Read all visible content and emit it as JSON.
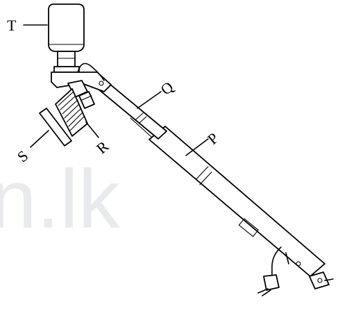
{
  "watermark": "n.lk",
  "labels": {
    "T": "T",
    "Q": "Q",
    "P": "P",
    "R": "R",
    "S": "S"
  }
}
